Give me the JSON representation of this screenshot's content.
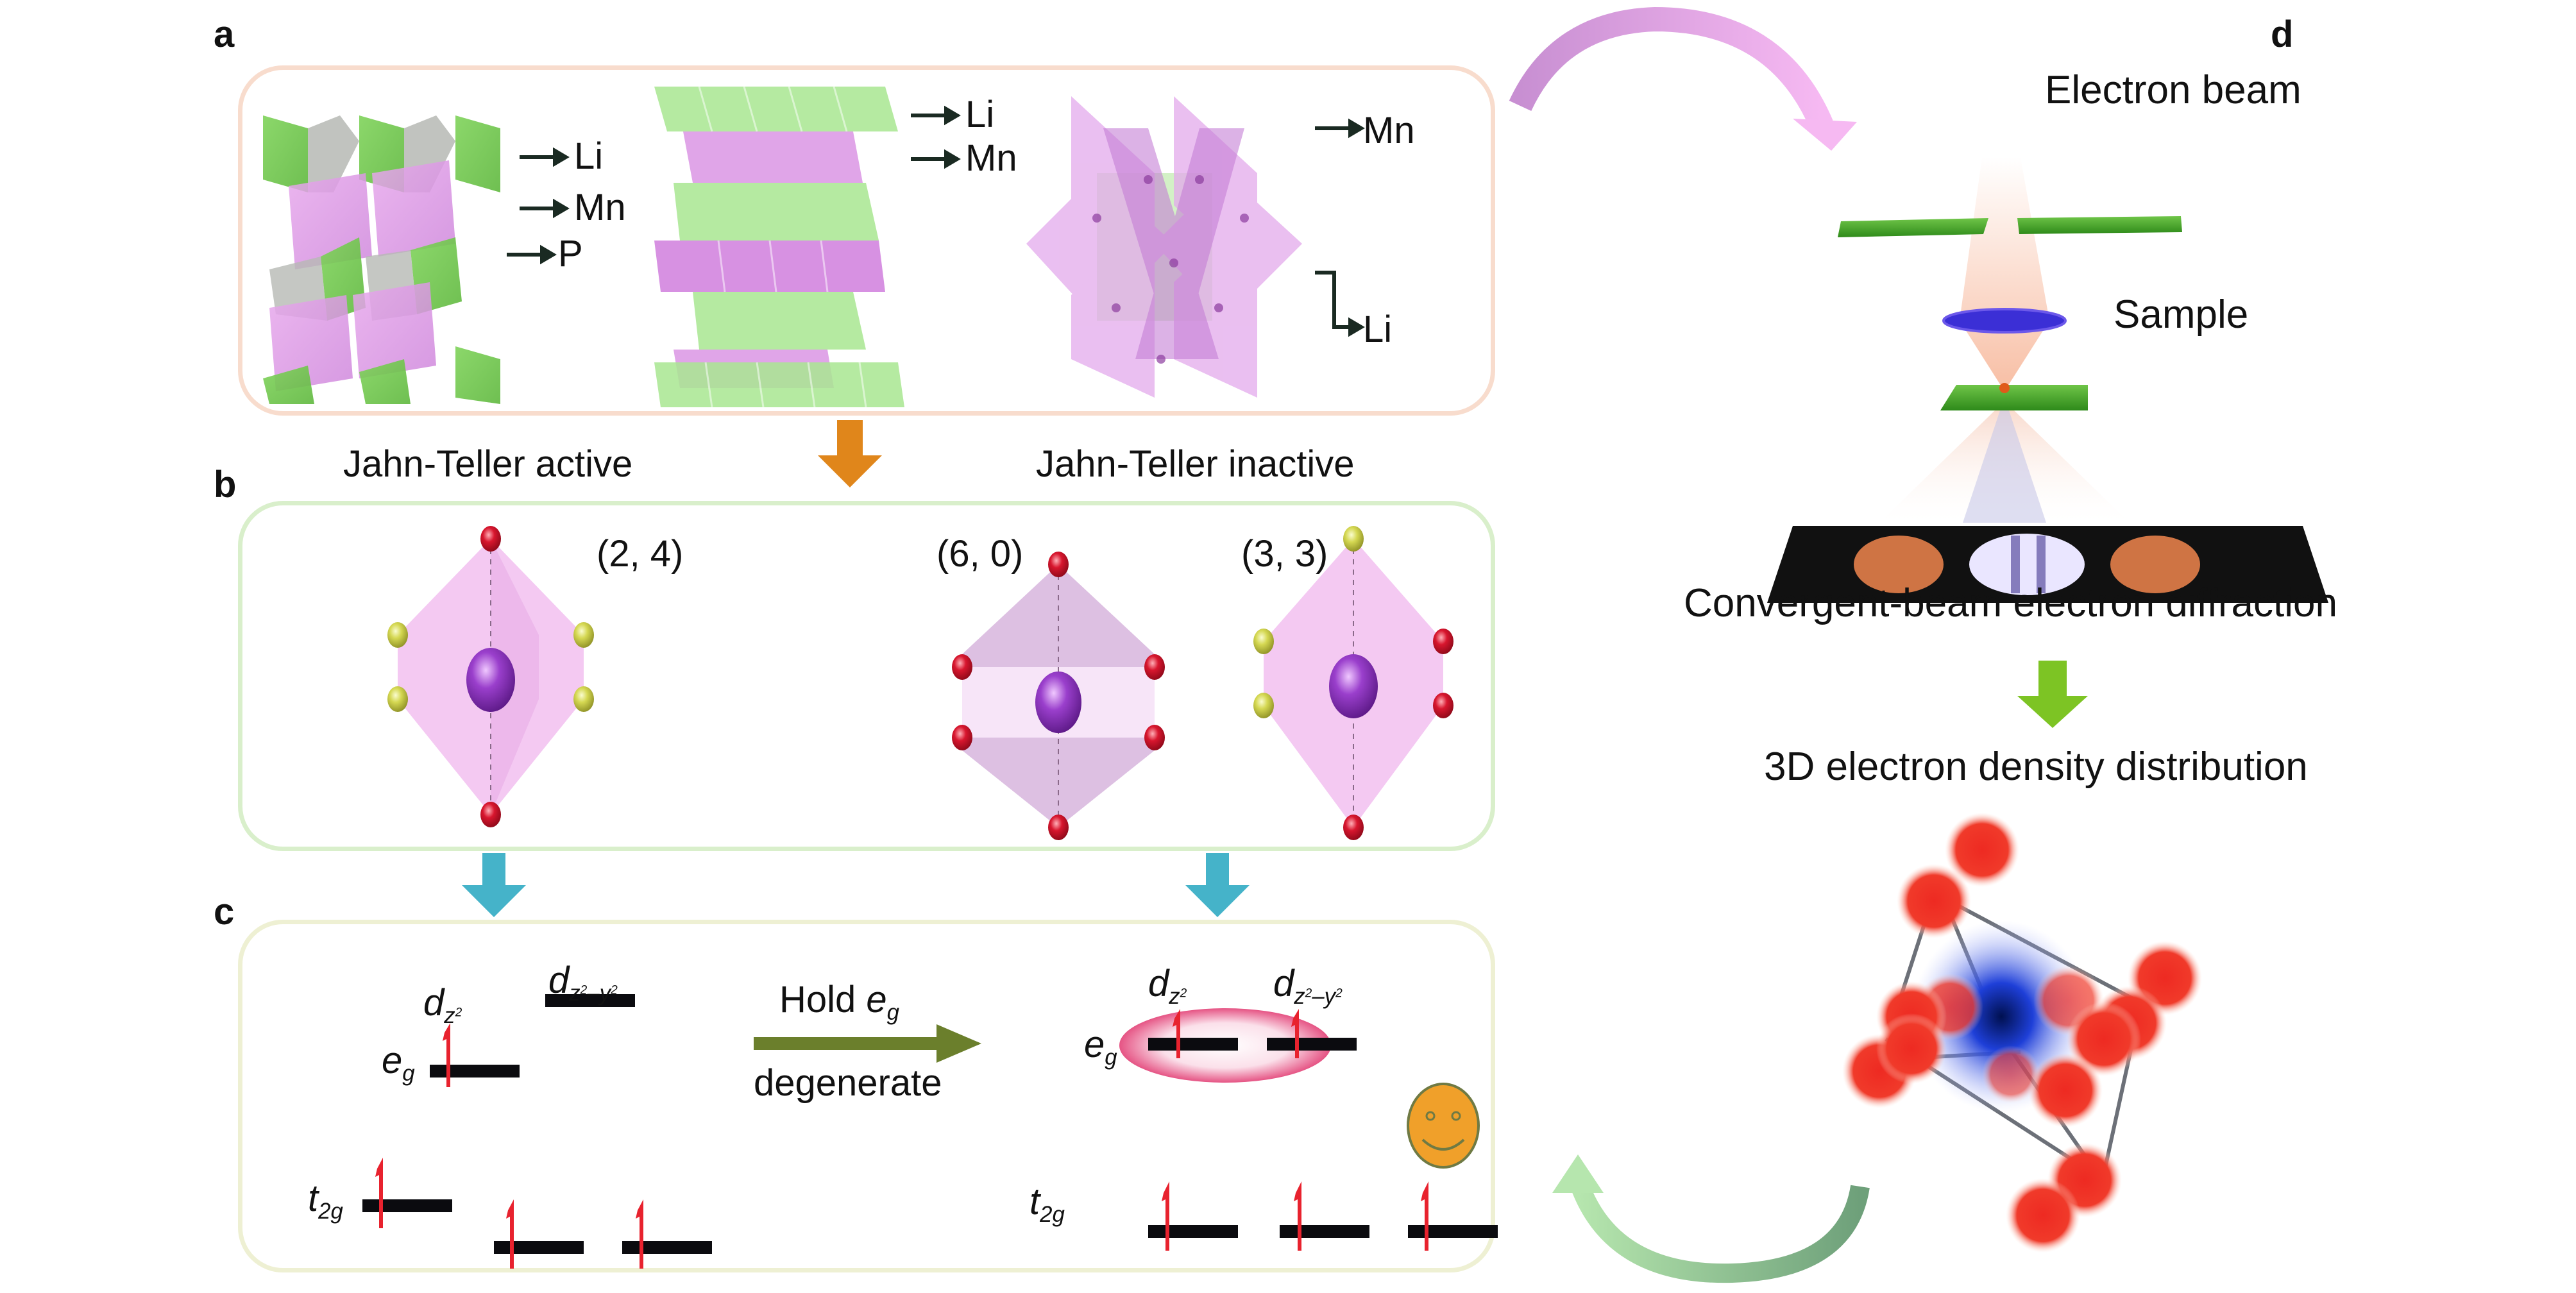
{
  "panels": {
    "a": {
      "label": "a",
      "structures": [
        {
          "name": "olivine",
          "labels": [
            "Li",
            "Mn",
            "P"
          ]
        },
        {
          "name": "layered",
          "labels": [
            "Li",
            "Mn"
          ]
        },
        {
          "name": "spinel",
          "labels": [
            "Mn",
            "Li"
          ]
        }
      ]
    },
    "b": {
      "label": "b",
      "heading_left": "Jahn-Teller active",
      "heading_right": "Jahn-Teller inactive",
      "octahedra": [
        {
          "config": "(2, 4)",
          "type": "active"
        },
        {
          "config": "(6, 0)",
          "type": "inactive"
        },
        {
          "config": "(3, 3)",
          "type": "inactive"
        }
      ]
    },
    "c": {
      "label": "c",
      "left": {
        "dz2": "d",
        "dz2_sub": "z",
        "dz2_sup": "2",
        "dx2y2": "d",
        "dx2y2_sub": "z",
        "dx2y2_sup1": "2",
        "dx2y2_mid": "–y",
        "dx2y2_sup2": "2",
        "eg": "e",
        "eg_sub": "g",
        "t2g": "t",
        "t2g_sub": "2g"
      },
      "arrow_top": "Hold ",
      "arrow_top_eg": "e",
      "arrow_top_eg_sub": "g",
      "arrow_bottom": "degenerate",
      "right": {
        "dz2": "d",
        "dz2_sub": "z",
        "dz2_sup": "2",
        "dx2y2": "d",
        "dx2y2_sub": "z",
        "dx2y2_sup1": "2",
        "dx2y2_mid": "–y",
        "dx2y2_sup2": "2",
        "eg": "e",
        "eg_sub": "g",
        "t2g": "t",
        "t2g_sub": "2g"
      },
      "emoji": "smiley-face"
    },
    "d": {
      "label": "d",
      "electron_beam": "Electron beam",
      "sample": "Sample",
      "cbed": "Convergent-beam electron diffraction",
      "density": "3D electron density distribution"
    }
  },
  "colors": {
    "box_a_border": "#f8dccd",
    "box_b_border": "#d9efcb",
    "box_c_border": "#eef0d3",
    "orange_arrow": "#e0861b",
    "teal_arrow": "#45b3c9",
    "green_arrow": "#7dc424",
    "olive_arrow": "#6b7f2c",
    "spin_red": "#e8222e",
    "octa_pink": "#f2bff0",
    "mn_purple": "#8a2bb6",
    "o_red": "#d8162e",
    "f_yellow": "#d9dc5a",
    "li_green": "#8fd66a"
  }
}
